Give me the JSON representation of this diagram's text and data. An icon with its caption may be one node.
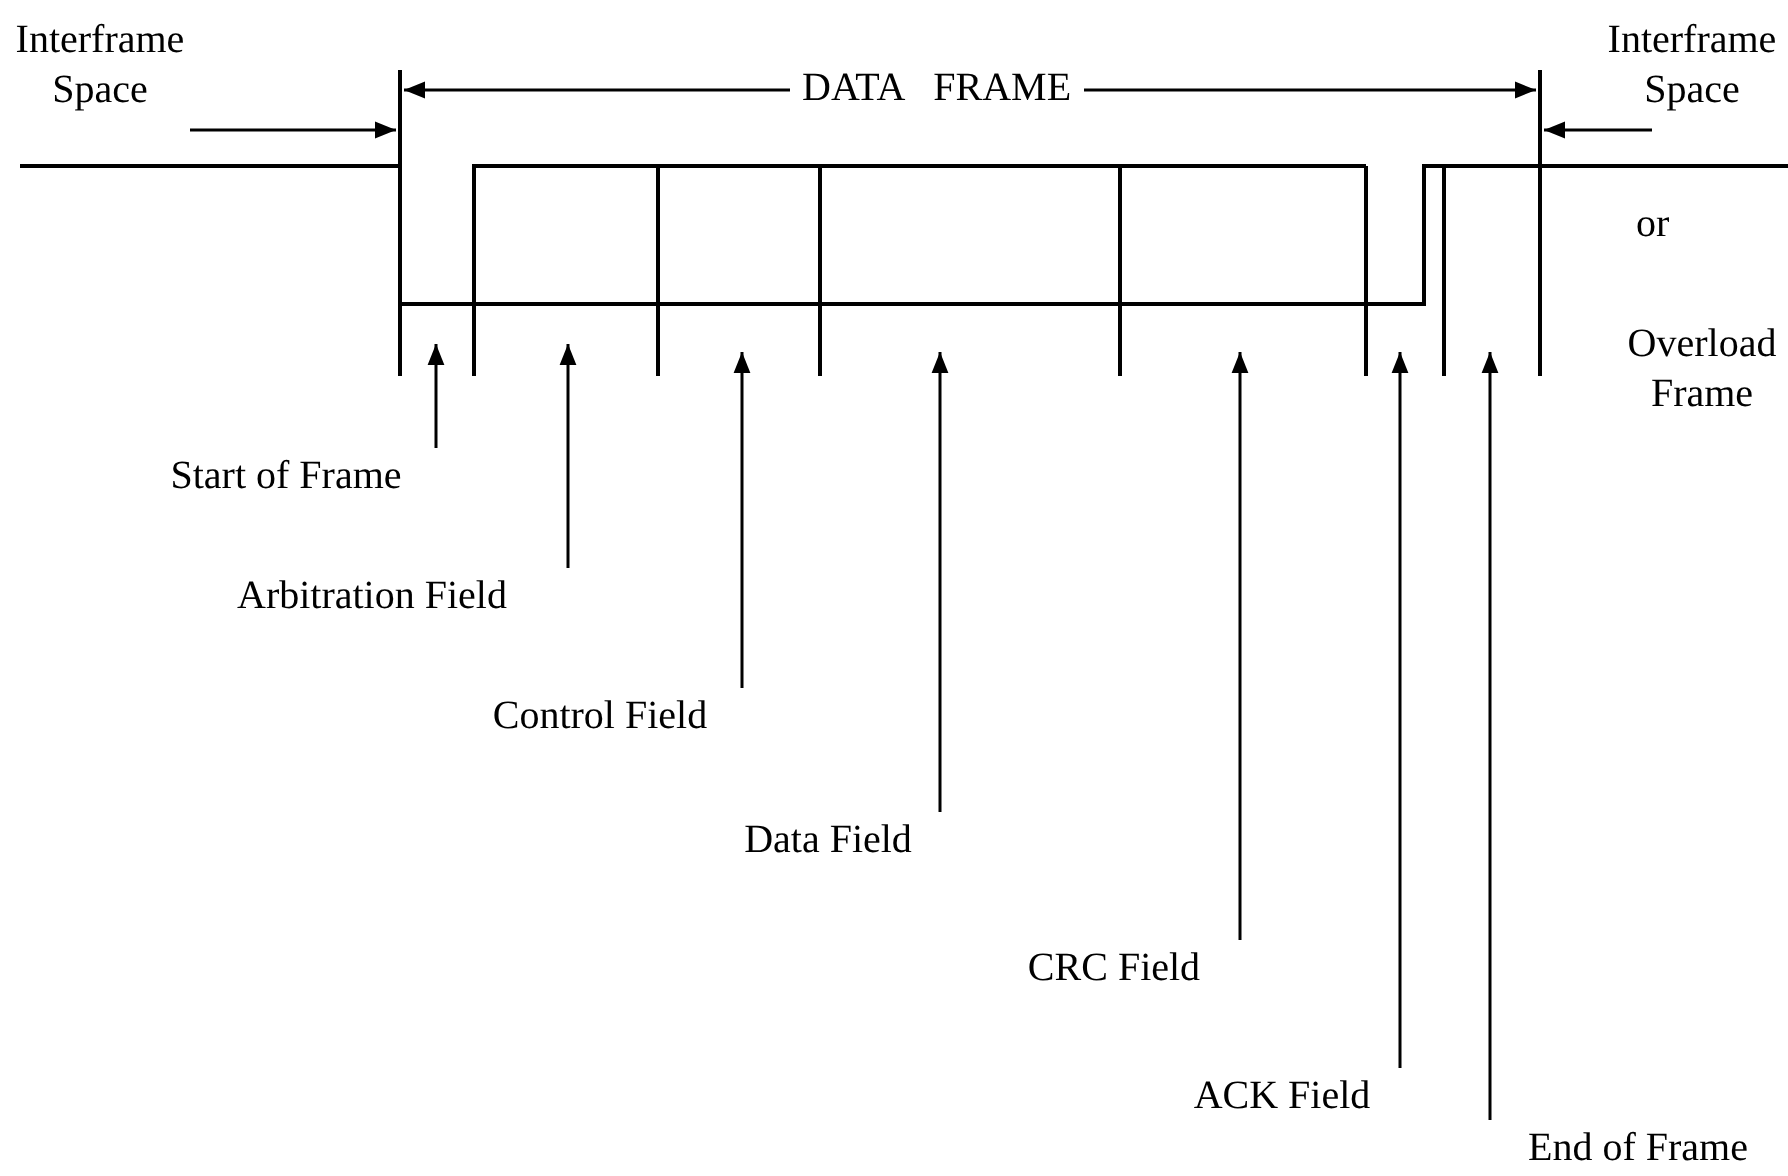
{
  "diagram": {
    "nodes": [
      {
        "text": [
          "Interframe Space"
        ]
      },
      {
        "text": [
          "Interframe Space"
        ]
      },
      {
        "text": [
          "Start of Frame"
        ]
      },
      {
        "text": [
          "Arbitration Field"
        ]
      },
      {
        "text": [
          "Control Field"
        ]
      },
      {
        "text": [
          "Data Field"
        ]
      },
      {
        "text": [
          "CRC Field"
        ]
      },
      {
        "text": [
          "ACK Field"
        ]
      },
      {
        "text": [
          "End of Frame"
        ]
      }
    ],
    "edges": [
      {
        "from": 0,
        "to": null,
        "arrow": "to"
      },
      {
        "from": 1,
        "to": null,
        "arrow": "to"
      },
      {
        "from": 2,
        "to": null,
        "arrow": "to"
      },
      {
        "from": 3,
        "to": null,
        "arrow": "to"
      },
      {
        "from": 4,
        "to": null,
        "arrow": "to"
      },
      {
        "from": 5,
        "to": null,
        "arrow": "to"
      },
      {
        "from": 6,
        "to": null,
        "arrow": "to"
      },
      {
        "from": 7,
        "to": null,
        "arrow": "to"
      },
      {
        "from": 8,
        "to": null,
        "arrow": "to"
      }
    ],
    "labels": [
      "DATA FRAME",
      "or",
      "Overload Frame"
    ]
  }
}
